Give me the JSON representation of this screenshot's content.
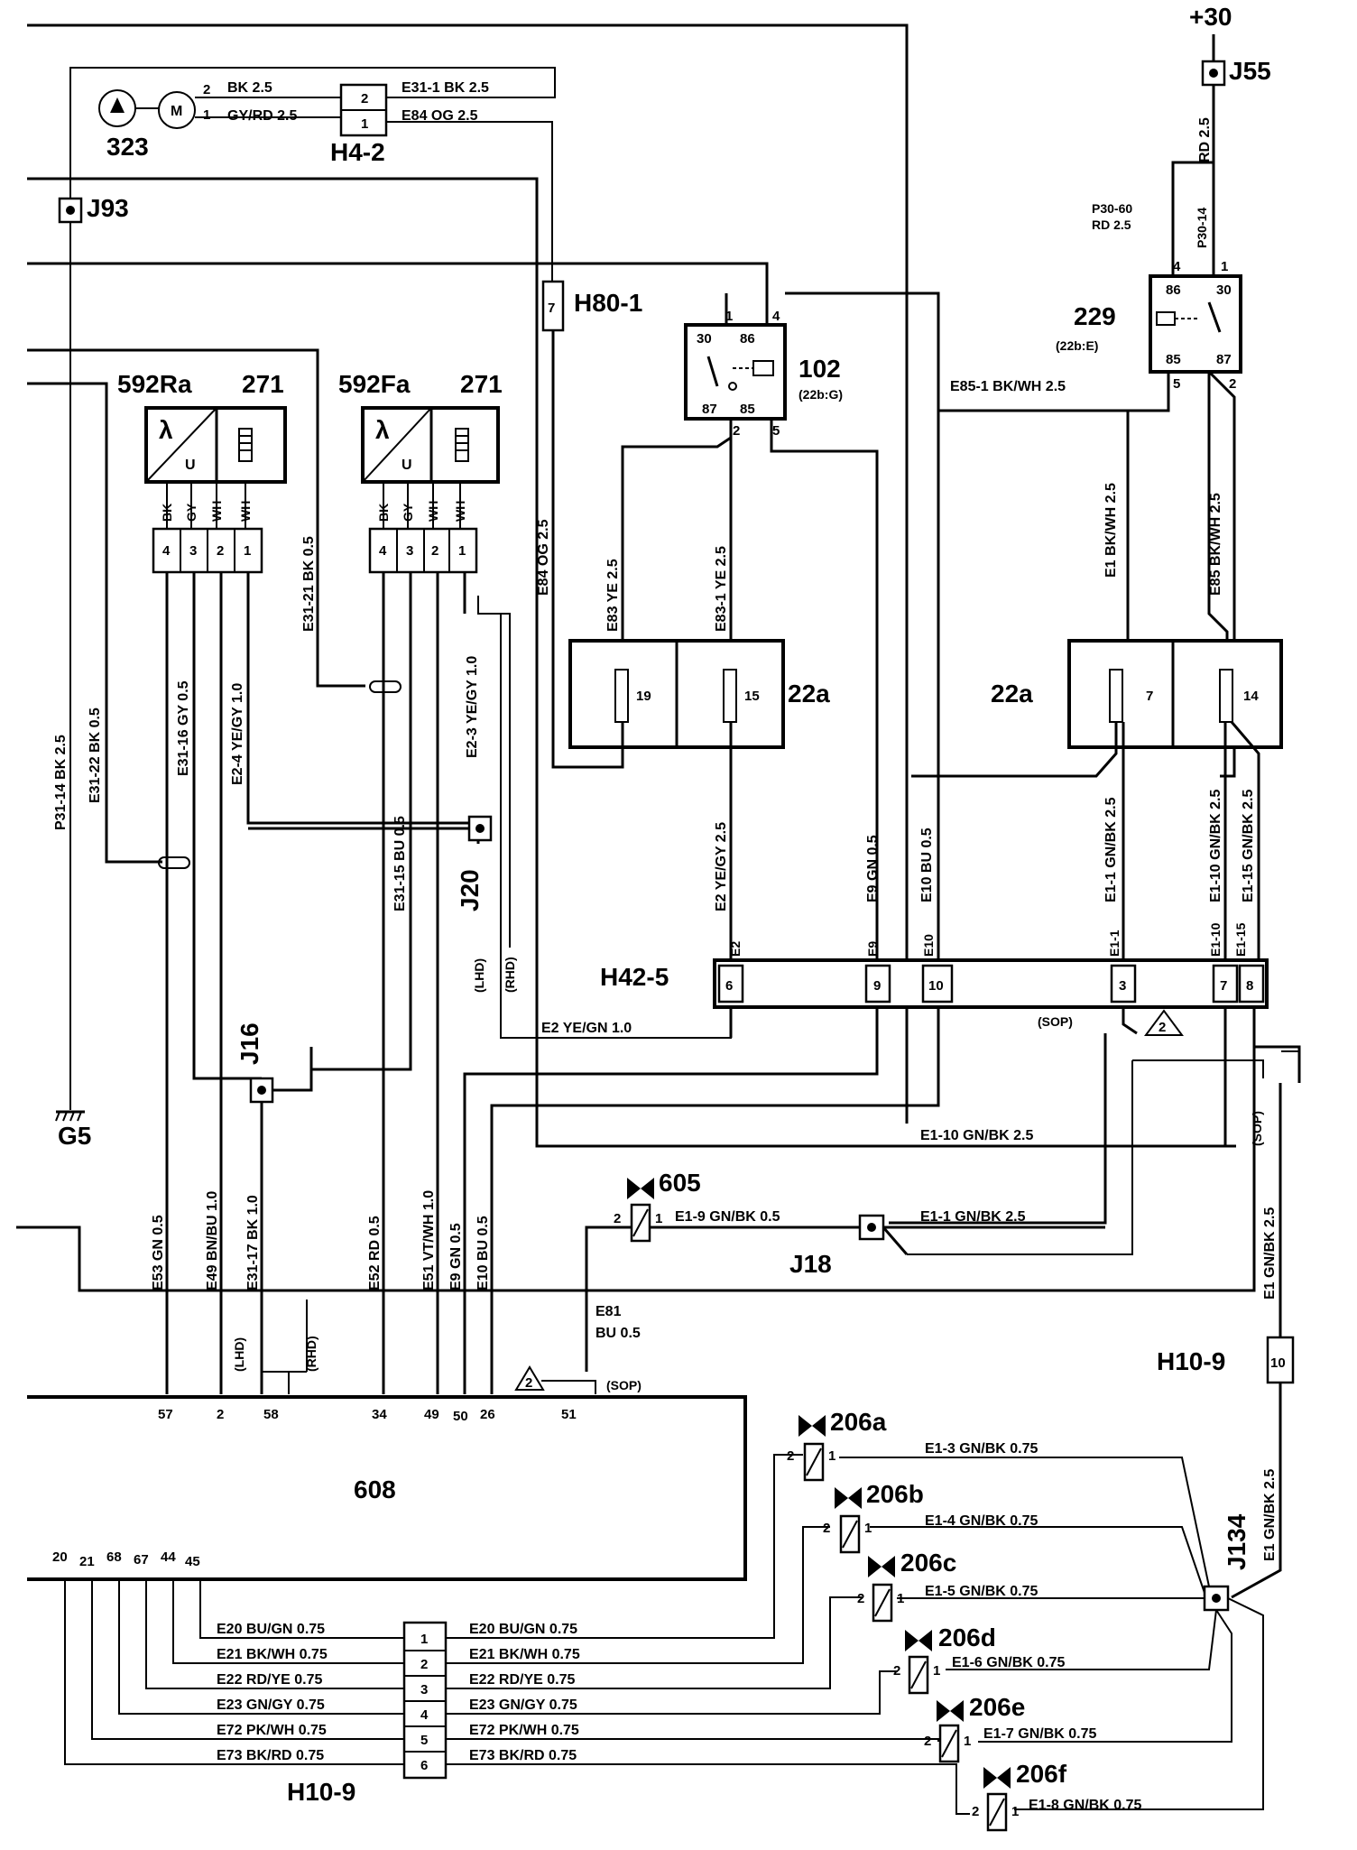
{
  "labels": {
    "plus30": "+30",
    "J55": "J55",
    "J93": "J93",
    "c323": "323",
    "H4_2": "H4-2",
    "H80_1": "H80-1",
    "r102": "102",
    "r102_ref": "(22b:G)",
    "r229": "229",
    "r229_ref": "(22b:E)",
    "s592Ra": "592Ra",
    "s592Fa": "592Fa",
    "s271a": "271",
    "s271b": "271",
    "f22a_left": "22a",
    "f22a_right": "22a",
    "H42_5": "H42-5",
    "J20": "J20",
    "J16": "J16",
    "G5": "G5",
    "v605": "605",
    "J18": "J18",
    "H10_9_upper": "H10-9",
    "ecu608": "608",
    "H10_9_lower": "H10-9",
    "J134": "J134",
    "v206a": "206a",
    "v206b": "206b",
    "v206c": "206c",
    "v206d": "206d",
    "v206e": "206e",
    "v206f": "206f",
    "lambda": "λ",
    "u": "U",
    "LHD": "(LHD)",
    "RHD": "(RHD)",
    "SOP": "(SOP)",
    "tri2": "2"
  },
  "wires": {
    "m2": "BK 2.5",
    "m1": "GY/RD 2.5",
    "e31_1": "E31-1   BK 2.5",
    "e84": "E84   OG 2.5",
    "rd25": "RD 2.5",
    "p30_14": "P30-14",
    "p30_60": "P30-60",
    "p30_60b": "RD 2.5",
    "e85_1": "E85-1   BK/WH 2.5",
    "e31_21": "E31-21   BK 0.5",
    "e84v": "E84   OG 2.5",
    "e83": "E83   YE 2.5",
    "e83_1": "E83-1   YE 2.5",
    "e1_bkwh": "E1   BK/WH 2.5",
    "e85": "E85   BK/WH 2.5",
    "p31_14": "P31-14   BK 2.5",
    "e31_22": "E31-22   BK 0.5",
    "e31_16": "E31-16   GY 0.5",
    "e2_4": "E2-4   YE/GY 1.0",
    "e2_3": "E2-3   YE/GY 1.0",
    "e31_15": "E31-15   BU 0.5",
    "e2": "E2   YE/GY 2.5",
    "e9": "E9   GN 0.5",
    "e10": "E10   BU 0.5",
    "e1_1": "E1-1   GN/BK 2.5",
    "e1_10": "E1-10   GN/BK 2.5",
    "e1_15": "E1-15   GN/BK 2.5",
    "e2_yegn": "E2   YE/GN 1.0",
    "e1_10h": "E1-10   GN/BK 2.5",
    "e53": "E53   GN 0.5",
    "e49": "E49   BN/BU 1.0",
    "e31_17": "E31-17   BK 1.0",
    "e52": "E52   RD 0.5",
    "e51": "E51   VT/WH 1.0",
    "e9b": "E9   GN 0.5",
    "e10b": "E10   BU 0.5",
    "e1_9": "E1-9   GN/BK 0.5",
    "e1_1h": "E1-1   GN/BK 2.5",
    "e81": "E81",
    "e81b": "BU 0.5",
    "e1_gnbk": "E1   GN/BK 2.5",
    "e1_gnbk2": "E1   GN/BK 2.5",
    "e1_3": "E1-3   GN/BK 0.75",
    "e1_4": "E1-4   GN/BK 0.75",
    "e1_5": "E1-5   GN/BK 0.75",
    "e1_6": "E1-6   GN/BK 0.75",
    "e1_7": "E1-7   GN/BK 0.75",
    "e1_8": "E1-8   GN/BK 0.75"
  },
  "sensor_wires": [
    "BK",
    "GY",
    "WH",
    "WH"
  ],
  "sensor_pins": [
    "4",
    "3",
    "2",
    "1"
  ],
  "h10_rows": [
    {
      "pin": "1",
      "left": "E20   BU/GN  0.75",
      "right": "E20   BU/GN  0.75"
    },
    {
      "pin": "2",
      "left": "E21   BK/WH  0.75",
      "right": "E21   BK/WH  0.75"
    },
    {
      "pin": "3",
      "left": "E22   RD/YE  0.75",
      "right": "E22   RD/YE  0.75"
    },
    {
      "pin": "4",
      "left": "E23   GN/GY  0.75",
      "right": "E23   GN/GY  0.75"
    },
    {
      "pin": "5",
      "left": "E72   PK/WH  0.75",
      "right": "E72   PK/WH  0.75"
    },
    {
      "pin": "6",
      "left": "E73   BK/RD  0.75",
      "right": "E73   BK/RD  0.75"
    }
  ],
  "ecu_top_pins": [
    "57",
    "2",
    "58",
    "34",
    "49",
    "50",
    "26",
    "51"
  ],
  "ecu_left_pins": [
    "20",
    "21",
    "68",
    "67",
    "44",
    "45"
  ],
  "h42_pins": [
    "6",
    "9",
    "10",
    "3",
    "7",
    "8"
  ],
  "fuses": [
    "19",
    "15",
    "7",
    "14"
  ],
  "relay102": {
    "p1": "1",
    "p4": "4",
    "p30": "30",
    "p86": "86",
    "p87": "87",
    "p85": "85",
    "p2": "2",
    "p5": "5"
  },
  "relay229": {
    "p4": "4",
    "p1": "1",
    "p86": "86",
    "p30": "30",
    "p85": "85",
    "p87": "87",
    "p5": "5",
    "p2": "2"
  },
  "h4_pins": [
    "2",
    "1"
  ],
  "m_pins": [
    "2",
    "1"
  ],
  "h80_pin": "7",
  "h10_upper_pin": "10",
  "valve_pins": [
    "2",
    "1"
  ]
}
